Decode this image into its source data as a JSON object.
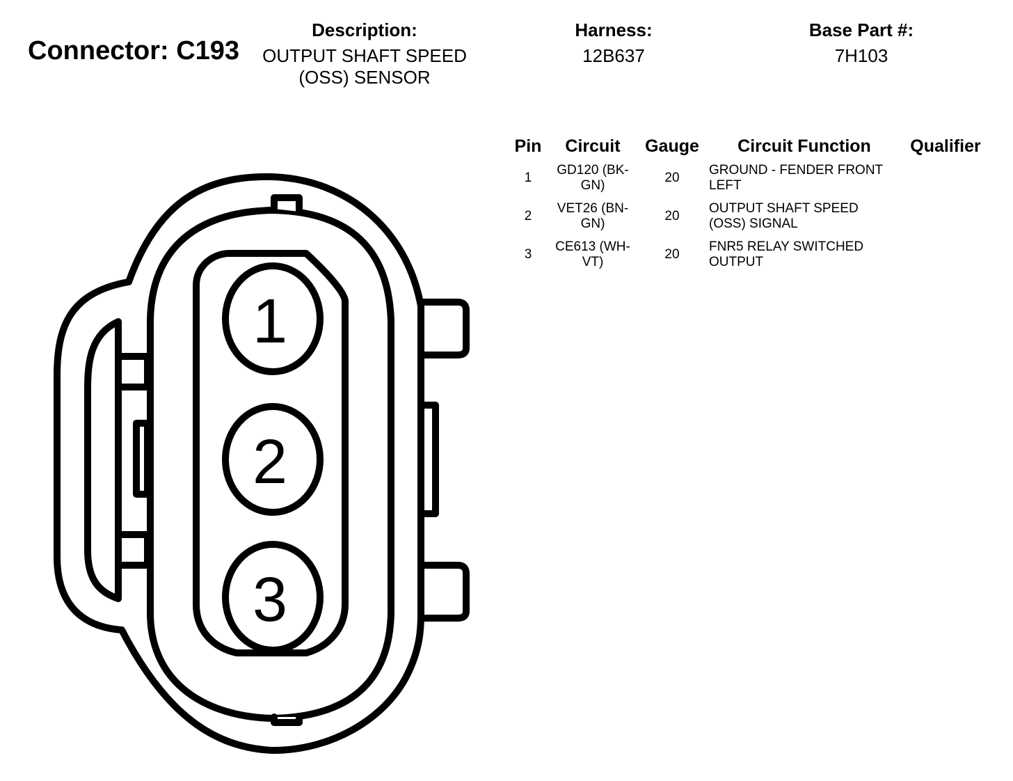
{
  "connector": {
    "title": "Connector: C193"
  },
  "description": {
    "label": "Description:",
    "value": "OUTPUT SHAFT SPEED (OSS) SENSOR"
  },
  "harness": {
    "label": "Harness:",
    "value": "12B637"
  },
  "base_part": {
    "label": "Base Part #:",
    "value": "7H103"
  },
  "table": {
    "headers": {
      "pin": "Pin",
      "circuit": "Circuit",
      "gauge": "Gauge",
      "function": "Circuit Function",
      "qualifier": "Qualifier"
    },
    "rows": [
      {
        "pin": "1",
        "circuit": "GD120 (BK-GN)",
        "gauge": "20",
        "function": "GROUND - FENDER FRONT LEFT",
        "qualifier": ""
      },
      {
        "pin": "2",
        "circuit": "VET26 (BN-GN)",
        "gauge": "20",
        "function": "OUTPUT SHAFT SPEED (OSS) SIGNAL",
        "qualifier": ""
      },
      {
        "pin": "3",
        "circuit": "CE613 (WH-VT)",
        "gauge": "20",
        "function": "FNR5 RELAY SWITCHED OUTPUT",
        "qualifier": ""
      }
    ]
  },
  "diagram": {
    "pins": [
      "1",
      "2",
      "3"
    ]
  }
}
